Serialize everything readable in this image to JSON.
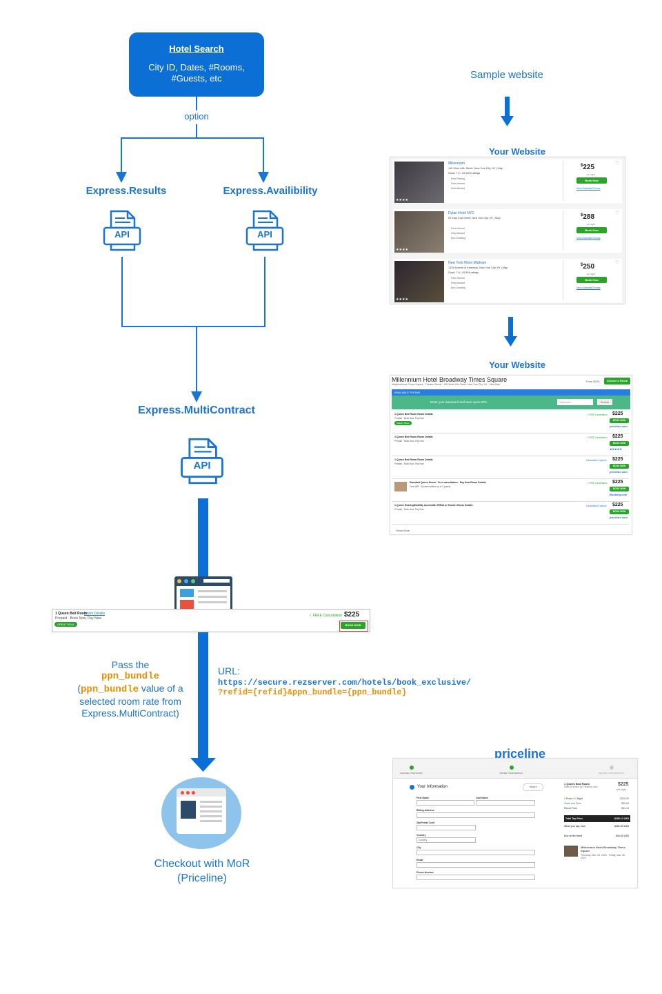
{
  "left_flow": {
    "hotel_search_title": "Hotel Search",
    "hotel_search_body": "City ID, Dates, #Rooms, #Guests, etc",
    "option_label": "option",
    "express_results": "Express.Results",
    "express_availability": "Express.Availibility",
    "api_label": "API",
    "express_multicontract": "Express.MultiContract",
    "pass_line1": "Pass the",
    "pass_code": "ppn_bundle",
    "pass_line3_code": "ppn_bundle",
    "pass_line3_text": " value of a",
    "pass_line4": "selected room rate from",
    "pass_line5": "Express.MultiContract)",
    "paren_open": "(",
    "url_label": "URL:",
    "url_line1": "https://secure.rezserver.com/hotels/book_exclusive/",
    "url_line2": "?refid={refid}&ppn_bundle={ppn_bundle}",
    "checkout_line1": "Checkout with MoR",
    "checkout_line2": "(Priceline)"
  },
  "room_strip": {
    "room_name": "1 Queen Bed Room",
    "room_details": "Room Details",
    "room_sub": "Prepaid · Book Now, Pay Now",
    "badge": "GREAT DEAL",
    "free_cancel": "✓ FREE Cancellation",
    "price": "$225",
    "book_now": "BOOK NOW"
  },
  "right_flow": {
    "sample_website": "Sample website",
    "your_website_1": "Your Website",
    "your_website_2": "Your Website"
  },
  "results_page": {
    "hotels": [
      {
        "name": "Millennium",
        "address": "145 West 44th Street, New York City, NY | Map",
        "rating": "Good, 7.2 / 10  2303 ratings",
        "amenities": [
          "Free Parking",
          "Free Internet",
          "Pets Allowed"
        ],
        "price": "225",
        "per_night": "per night",
        "book": "Book Now",
        "view": "View Available Rooms"
      },
      {
        "name": "Dylan Hotel NYC",
        "address": "52 East 41st Street, New York City, NY | Map",
        "rating": "",
        "amenities": [
          "Free Internet",
          "Pets Allowed",
          "Non Smoking"
        ],
        "price": "288",
        "per_night": "per night",
        "book": "Book Now",
        "view": "View Available Rooms"
      },
      {
        "name": "New York Hilton Midtown",
        "address": "1335 Avenue of Americas, New York City, NY | Map",
        "rating": "Good, 7.6 / 10  534 ratings",
        "amenities": [
          "Free Internet",
          "Pets Allowed",
          "Non Smoking"
        ],
        "price": "250",
        "per_night": "per night",
        "book": "Book Now",
        "view": "View Available Rooms"
      }
    ]
  },
  "rooms_page": {
    "hotel_name": "Millennium Hotel Broadway Times Square",
    "neighborhood": "Neighborhood: Times Square - Theatre District · 145 West 44th Street, New York City, NY · View Map",
    "from_price": "From $225",
    "choose_room": "Choose a Room",
    "available_rooms": "AVAILABLE ROOMS",
    "password_prompt": "Enter your password and save up to 60%",
    "password_placeholder": "Password",
    "reveal": "Reveal",
    "rooms": [
      {
        "name": "1 Queen Bed Room  Room Details",
        "sub": "Prepaid · Book Now, Pay Now",
        "cancel": "✓ FREE Cancellation",
        "price": "$225",
        "book": "BOOK NOW",
        "brand": "priceline.com"
      },
      {
        "name": "1 Queen Bed Room  Room Details",
        "sub": "Prepaid · Book Now, Pay Now",
        "cancel": "✓ FREE Cancellation",
        "price": "$225",
        "book": "BOOK NOW",
        "brand": "★★★★★"
      },
      {
        "name": "1 Queen Bed Room  Room Details",
        "sub": "Prepaid · Book Now, Pay Now",
        "cancel": "Cancellation Options",
        "price": "$225",
        "book": "BOOK NOW",
        "brand": "priceline.com"
      },
      {
        "name": "Standard Queen Room - Free cancellation - Pay Now  Room Details",
        "sub": "Free WiFi · Accommodates up to 2 guests",
        "cancel": "✓ FREE Cancellation",
        "price": "$225",
        "book": "BOOK NOW",
        "brand": "Booking.com"
      },
      {
        "name": "1 Queen Hearing/Mobility Accessible R/Roll-In Shower  Room Details",
        "sub": "Prepaid · Book Now, Pay Now",
        "cancel": "Cancellation Options",
        "price": "$225",
        "book": "BOOK NOW",
        "brand": "priceline.com"
      }
    ],
    "show_more": "Show More"
  },
  "checkout_page": {
    "brand": "priceline",
    "steps": [
      "CHOOSE YOUR ROOM",
      "ENTER YOUR DETAILS",
      "SECURE YOUR BOOKING"
    ],
    "your_info": "Your Information",
    "secure": "Secure",
    "fields": [
      "First Name",
      "Last Name",
      "Billing Address",
      "Zip/Postal Code",
      "Country",
      "City",
      "Email",
      "Phone Number"
    ],
    "country_value": "Country",
    "room_title": "1 Queen Bed Room",
    "room_provider": "Rate provided by Priceline.com",
    "room_price": "$225",
    "price_per_night": "per night",
    "lines": [
      {
        "label": "1 Room x 1 Night",
        "value": "$225.00"
      },
      {
        "label": "Taxes and Fees",
        "value": "$36.69"
      },
      {
        "label": "Resort Fees",
        "value": "$34.43"
      }
    ],
    "total_label": "Total Trip Price",
    "total_value": "$296.12 USD",
    "pay_now_label": "What you pay now",
    "pay_now_value": "$261.69 USD",
    "due_label": "Due at the hotel",
    "due_value": "$34.43 USD",
    "hotel_name": "Millennium Hotel Broadway Times Square",
    "hotel_dates": "Thursday, Mar. 25, 2020 · Friday, Mar. 26, 2020"
  },
  "colors": {
    "primary_blue": "#0b6fd6",
    "label_blue": "#1a73d6",
    "code_orange": "#e8900a",
    "book_green": "#2aa52a"
  }
}
